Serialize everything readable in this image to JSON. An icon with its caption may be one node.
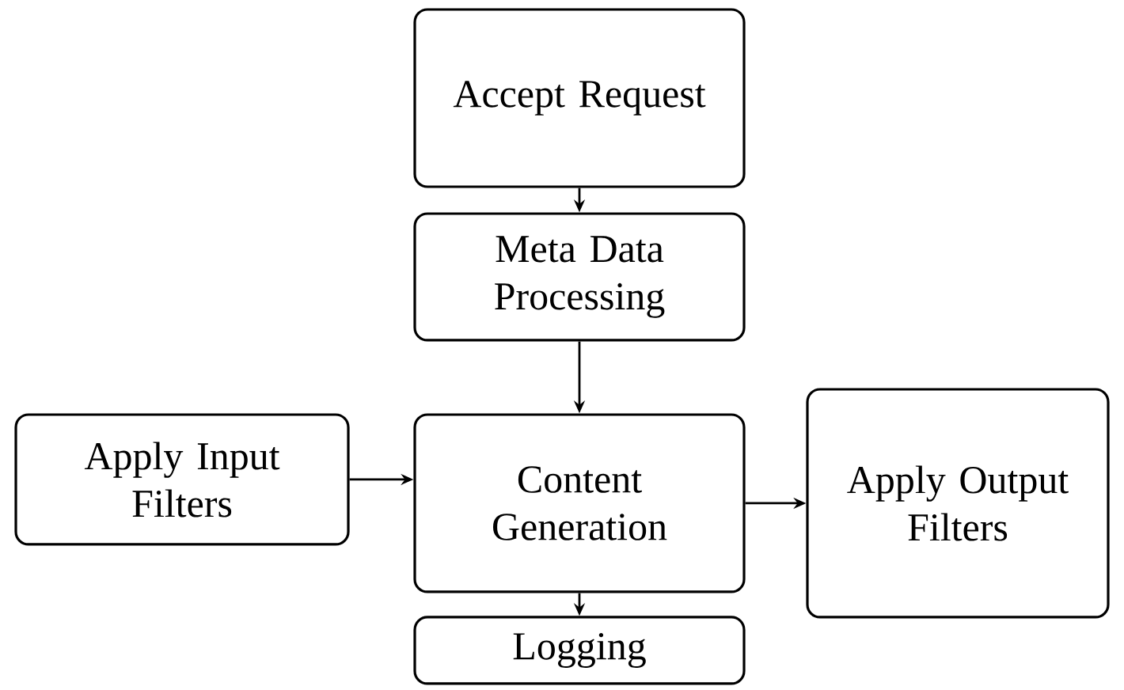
{
  "diagram": {
    "nodes": [
      {
        "text": [
          "Accept Request"
        ]
      },
      {
        "text": [
          "Meta Data Processing"
        ]
      },
      {
        "text": [
          "Content Generation"
        ]
      },
      {
        "text": [
          "Apply Input Filters"
        ]
      },
      {
        "text": [
          "Apply Output Filters"
        ]
      },
      {
        "text": [
          "Logging"
        ]
      }
    ],
    "edges": [
      {
        "from": 0,
        "to": 1,
        "arrow": "to"
      },
      {
        "from": 1,
        "to": 2,
        "arrow": "to"
      },
      {
        "from": 3,
        "to": 2,
        "arrow": "to"
      },
      {
        "from": 2,
        "to": 4,
        "arrow": "to"
      },
      {
        "from": 2,
        "to": 5,
        "arrow": "to"
      }
    ]
  }
}
